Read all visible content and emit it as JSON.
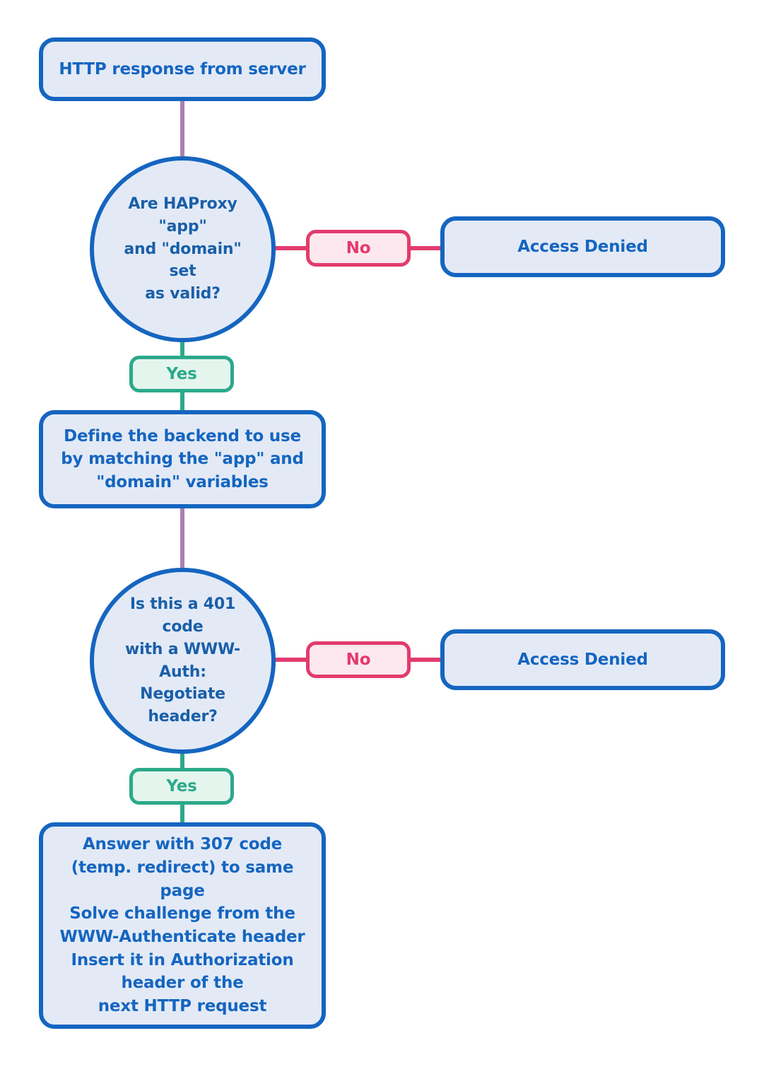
{
  "diagram": {
    "title": "HTTP response handling flow",
    "colors": {
      "node_fill": "#e3eaf6",
      "node_border": "#1565c0",
      "node_text": "#1565c0",
      "decision_text": "#1a5fa8",
      "no_fill": "#fde8ef",
      "no_border": "#e23b6d",
      "no_text": "#e23b6d",
      "yes_fill": "#e4f5ee",
      "yes_border": "#2ca98a",
      "yes_text": "#2ca98a",
      "edge_purple": "#ab81b4",
      "edge_green": "#2ca98a",
      "edge_pink": "#e23b6d",
      "background": "#ffffff"
    },
    "nodes": {
      "start": {
        "type": "terminal",
        "label": "HTTP response from server"
      },
      "decision_1": {
        "type": "decision",
        "line_1": "Are HAProxy \"app\"",
        "line_2": "and \"domain\" set",
        "line_3": "as valid?"
      },
      "denied_1": {
        "type": "terminal",
        "label": "Access Denied"
      },
      "define_backend": {
        "type": "process",
        "line_1": "Define the backend to use",
        "line_2": "by matching the \"app\" and",
        "line_3": "\"domain\" variables"
      },
      "decision_2": {
        "type": "decision",
        "line_1": "Is this a 401 code",
        "line_2": "with a WWW-Auth:",
        "line_3": "Negotiate header?"
      },
      "denied_2": {
        "type": "terminal",
        "label": "Access Denied"
      },
      "answer_307": {
        "type": "process",
        "line_1": "Answer with 307 code",
        "line_2": "(temp. redirect) to same",
        "line_3": "page",
        "line_4": "Solve challenge from the",
        "line_5": "WWW-Authenticate header",
        "line_6": "Insert it in Authorization",
        "line_7": "header of the",
        "line_8": "next HTTP request"
      }
    },
    "edge_labels": {
      "no_1": "No",
      "yes_1": "Yes",
      "no_2": "No",
      "yes_2": "Yes"
    }
  }
}
